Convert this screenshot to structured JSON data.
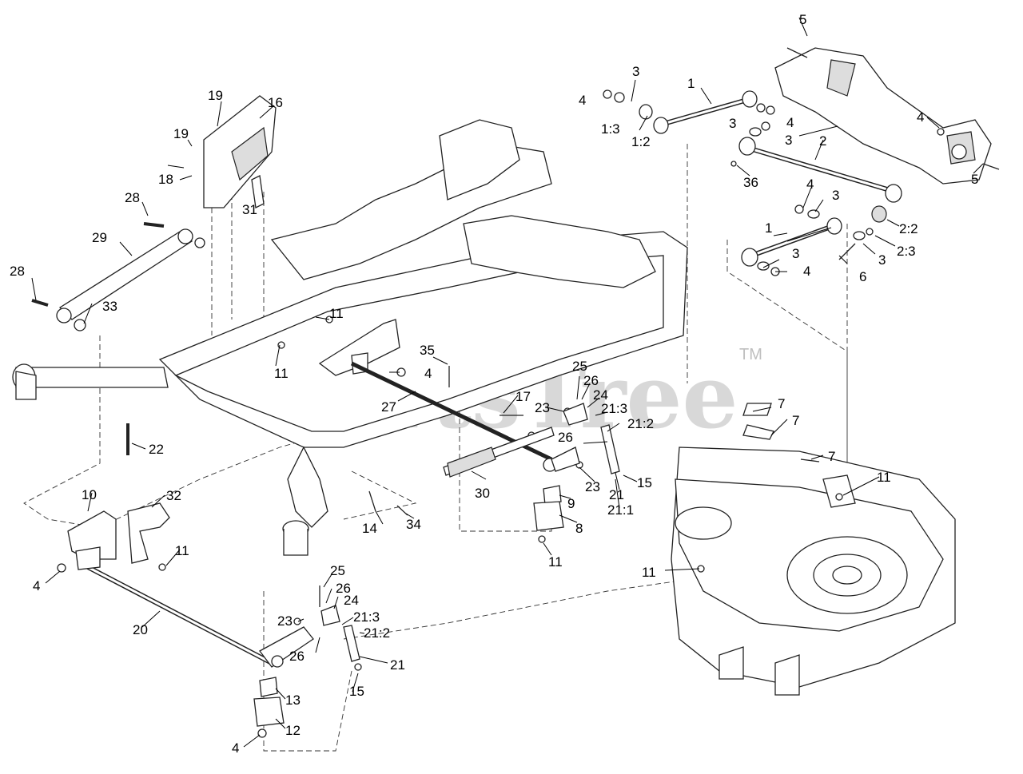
{
  "watermark": {
    "text": "PartsTree",
    "tm": "TM"
  },
  "callouts": {
    "c1a": "1",
    "c1b": "1",
    "c1_2": "1:2",
    "c1_3": "1:3",
    "c2": "2",
    "c2_2": "2:2",
    "c2_3": "2:3",
    "c3a": "3",
    "c3b": "3",
    "c3c": "3",
    "c3d": "3",
    "c3e": "3",
    "c3f": "3",
    "c4a": "4",
    "c4b": "4",
    "c4c": "4",
    "c4d": "4",
    "c4e": "4",
    "c4f": "4",
    "c4g": "4",
    "c4h": "4",
    "c5a": "5",
    "c5b": "5",
    "c6": "6",
    "c7a": "7",
    "c7b": "7",
    "c7c": "7",
    "c8": "8",
    "c9": "9",
    "c10": "10",
    "c11a": "11",
    "c11b": "11",
    "c11c": "11",
    "c11d": "11",
    "c11e": "11",
    "c11f": "11",
    "c12": "12",
    "c13": "13",
    "c14": "14",
    "c15a": "15",
    "c15b": "15",
    "c16": "16",
    "c17": "17",
    "c18": "18",
    "c19a": "19",
    "c19b": "19",
    "c20": "20",
    "c21a": "21",
    "c21b": "21",
    "c21_1": "21:1",
    "c21_2a": "21:2",
    "c21_2b": "21:2",
    "c21_3a": "21:3",
    "c21_3b": "21:3",
    "c22": "22",
    "c23a": "23",
    "c23b": "23",
    "c23c": "23",
    "c24a": "24",
    "c24b": "24",
    "c25a": "25",
    "c25b": "25",
    "c26a": "26",
    "c26b": "26",
    "c26c": "26",
    "c26d": "26",
    "c27": "27",
    "c28a": "28",
    "c28b": "28",
    "c29": "29",
    "c30": "30",
    "c31": "31",
    "c32": "32",
    "c33": "33",
    "c34": "34",
    "c35": "35",
    "c36": "36"
  },
  "colors": {
    "line": "#222222",
    "watermark": "#bfbfbf",
    "background": "#ffffff"
  }
}
